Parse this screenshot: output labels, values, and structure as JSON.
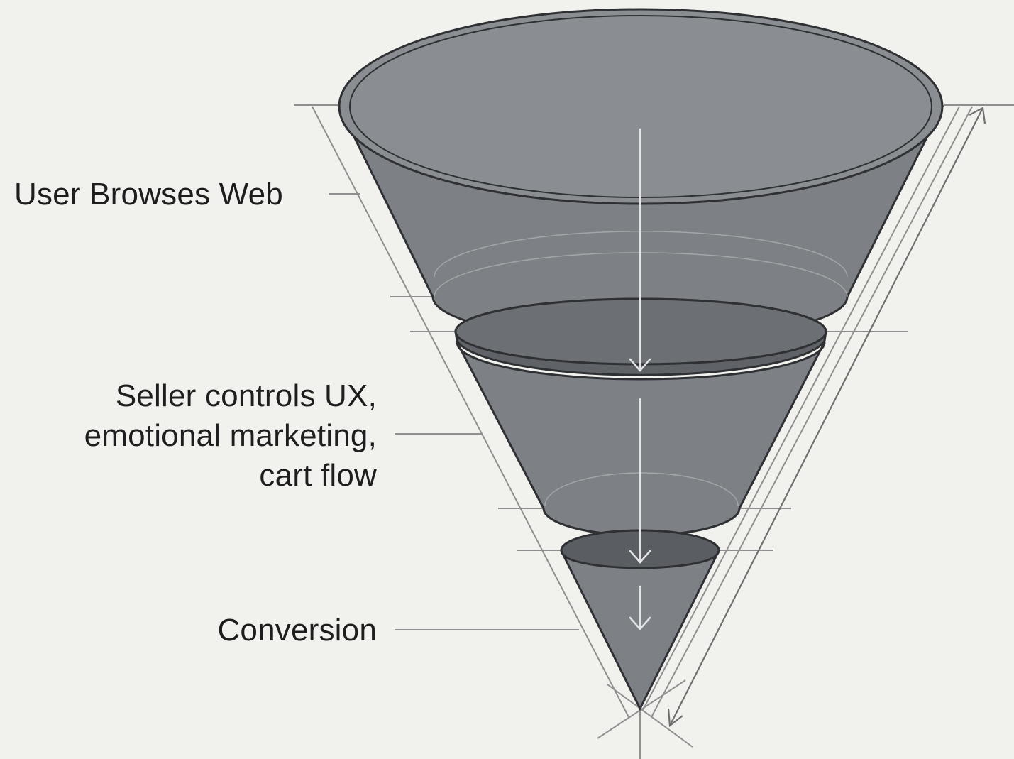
{
  "diagram": {
    "stages": [
      {
        "lines": [
          "User Browses Web"
        ]
      },
      {
        "lines": [
          "Seller controls UX,",
          "emotional marketing,",
          "cart flow"
        ]
      },
      {
        "lines": [
          "Conversion"
        ]
      }
    ]
  },
  "colors": {
    "background": "#f1f1ee",
    "funnel_fill": "#7d8084",
    "funnel_top": "#8a8d91",
    "ring_dark": "#55585c",
    "outline": "#2e3033",
    "guide_line": "#8f8f8f",
    "flow_arrow": "#e2e4e6",
    "text": "#1e1e1e"
  }
}
